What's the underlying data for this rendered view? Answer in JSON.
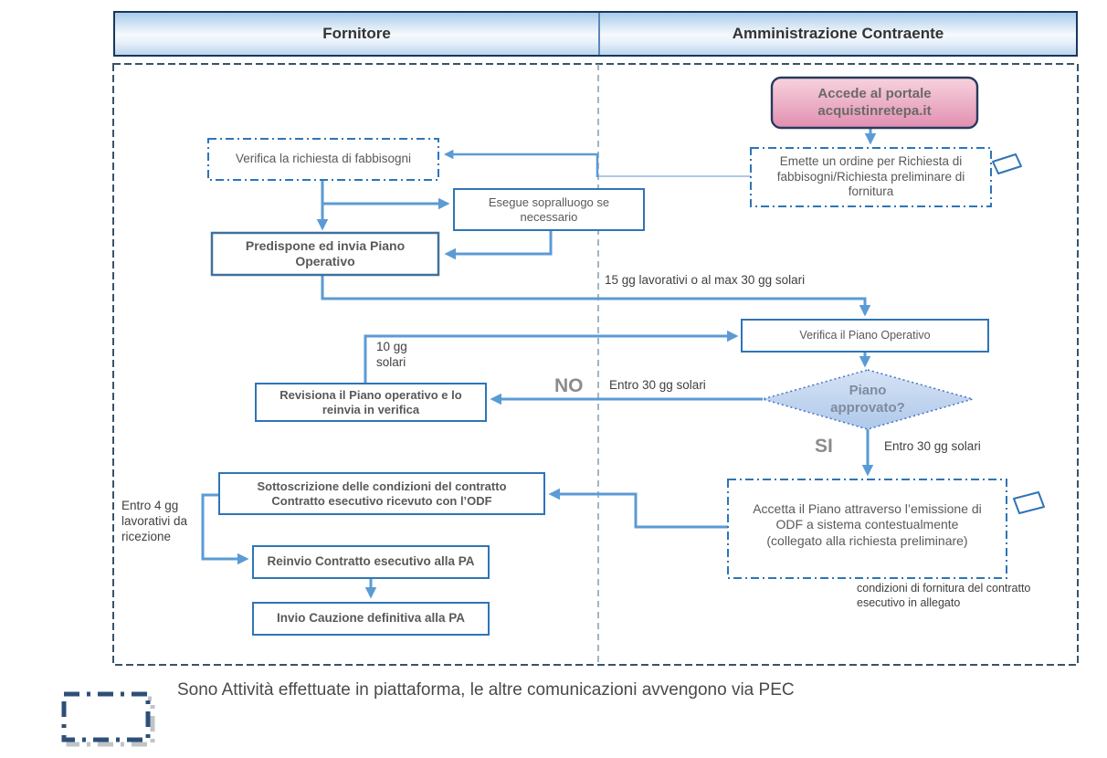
{
  "header": {
    "left": "Fornitore",
    "right": "Amministrazione Contraente"
  },
  "nodes": {
    "accede": "Accede al portale\nacquistinretepa.it",
    "emette": "Emette un ordine per Richiesta di\nfabbisogni/Richiesta preliminare di\nfornitura",
    "verifica_richiesta": "Verifica la richiesta di fabbisogni",
    "sopralluogo": "Esegue sopralluogo se\nnecessario",
    "predispone": "Predispone ed invia Piano\nOperativo",
    "verifica_piano": "Verifica il Piano Operativo",
    "decision": "Piano\napprovato?",
    "revisiona": "Revisiona il Piano operativo e lo\nreinvia in verifica",
    "sottoscrizione": "Sottoscrizione  delle condizioni del contratto\nContratto esecutivo ricevuto  con l’ODF",
    "reinvio": "Reinvio Contratto esecutivo alla PA",
    "cauzione": "Invio Cauzione definitiva alla PA",
    "accetta": "Accetta il Piano attraverso l’emissione di\nODF a sistema contestualmente\n(collegato alla richiesta preliminare)",
    "condizioni_note": "condizioni di fornitura del contratto\nesecutivo in allegato"
  },
  "labels": {
    "gg15": "15 gg lavorativi o al max 30 gg solari",
    "gg10": "10 gg\nsolari",
    "no": "NO",
    "entro30_no": "Entro 30 gg solari",
    "si": "SI",
    "entro30_si": "Entro 30 gg solari",
    "entro4": "Entro 4 gg\nlavorativi da\nricezione"
  },
  "legend": {
    "text": "Sono Attività effettuate in piattaforma, le altre comunicazioni avvengono via PEC"
  },
  "colors": {
    "connector": "#5b9bd5",
    "box_border": "#2e75b6",
    "header_border": "#17375e",
    "outer_border": "#37536b",
    "pink_top": "#f7d3de",
    "pink_bottom": "#e18fb0",
    "diamond_top": "#d7e2f5",
    "diamond_bottom": "#aec9ea",
    "legend_icon": "#2d4f78"
  }
}
